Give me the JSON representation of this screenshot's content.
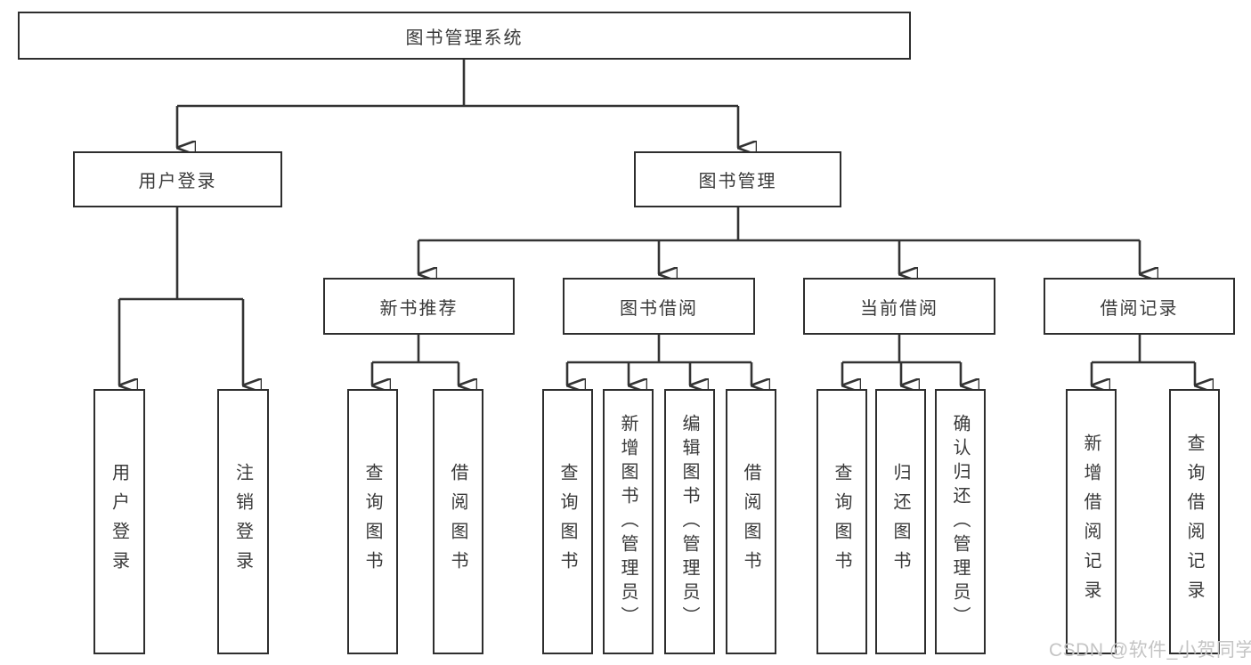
{
  "diagram": {
    "root": {
      "label": "图书管理系统"
    },
    "level2": [
      {
        "label": "用户登录"
      },
      {
        "label": "图书管理"
      }
    ],
    "level3": [
      {
        "label": "新书推荐"
      },
      {
        "label": "图书借阅"
      },
      {
        "label": "当前借阅"
      },
      {
        "label": "借阅记录"
      }
    ],
    "leaves": {
      "user_login": [
        "用户登录",
        "注销登录"
      ],
      "new_book": [
        "查询图书",
        "借阅图书"
      ],
      "book_borrow": [
        "查询图书",
        "新增图书（管理员）",
        "编辑图书（管理员）",
        "借阅图书"
      ],
      "current_borrow": [
        "查询图书",
        "归还图书",
        "确认归还（管理员）"
      ],
      "borrow_record": [
        "新增借阅记录",
        "查询借阅记录"
      ]
    }
  },
  "watermark": "CSDN @软件_小贺同学",
  "colors": {
    "line": "#333333",
    "border": "#2e2e2e",
    "text": "#3a3a3a",
    "watermark": "#c4c4c4",
    "background": "#ffffff"
  }
}
